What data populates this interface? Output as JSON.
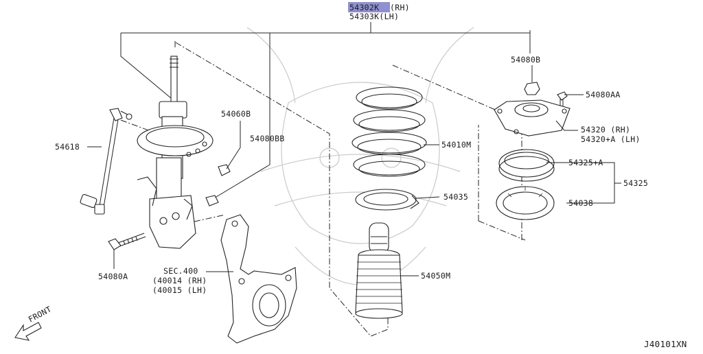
{
  "highlight_color": "#8f90cf",
  "header": {
    "part_rh_number": "54302K",
    "part_rh_side": "(RH)",
    "part_lh": "54303K(LH)"
  },
  "callouts": {
    "bolt_top": "54080B",
    "bolt_mount": "54080AA",
    "mount_rh": "54320 (RH)",
    "mount_lh": "54320+A (LH)",
    "bearing": "54325+A",
    "bearing_kit": "54325",
    "seat": "54038",
    "spring": "54010M",
    "spring_seat": "54035",
    "bumper": "54050M",
    "nut": "54060B",
    "bolt_strut": "54080BB",
    "stabilizer_link": "54618",
    "bolt_lower": "54080A",
    "sec_ref": "SEC.400",
    "knuckle_rh": "(40014 (RH)",
    "knuckle_lh": "(40015 (LH)"
  },
  "front_label": "FRONT",
  "front_arrow_icon": "front-arrow-icon",
  "diagram_code": "J40101XN"
}
